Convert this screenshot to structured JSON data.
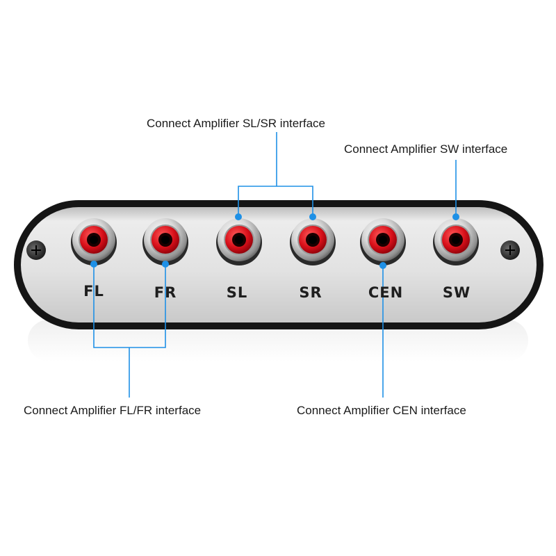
{
  "callouts": {
    "sl_sr": "Connect Amplifier SL/SR interface",
    "sw": "Connect Amplifier SW interface",
    "fl_fr": "Connect Amplifier FL/FR interface",
    "cen": "Connect Amplifier CEN interface"
  },
  "ports": [
    {
      "label": "FL"
    },
    {
      "label": "FR"
    },
    {
      "label": "SL"
    },
    {
      "label": "SR"
    },
    {
      "label": "CEN"
    },
    {
      "label": "SW"
    }
  ],
  "colors": {
    "leader_line": "#1e90e6",
    "jack_red": "#d8101a",
    "panel_frame": "#151515",
    "panel_face": "#e4e4e4"
  }
}
